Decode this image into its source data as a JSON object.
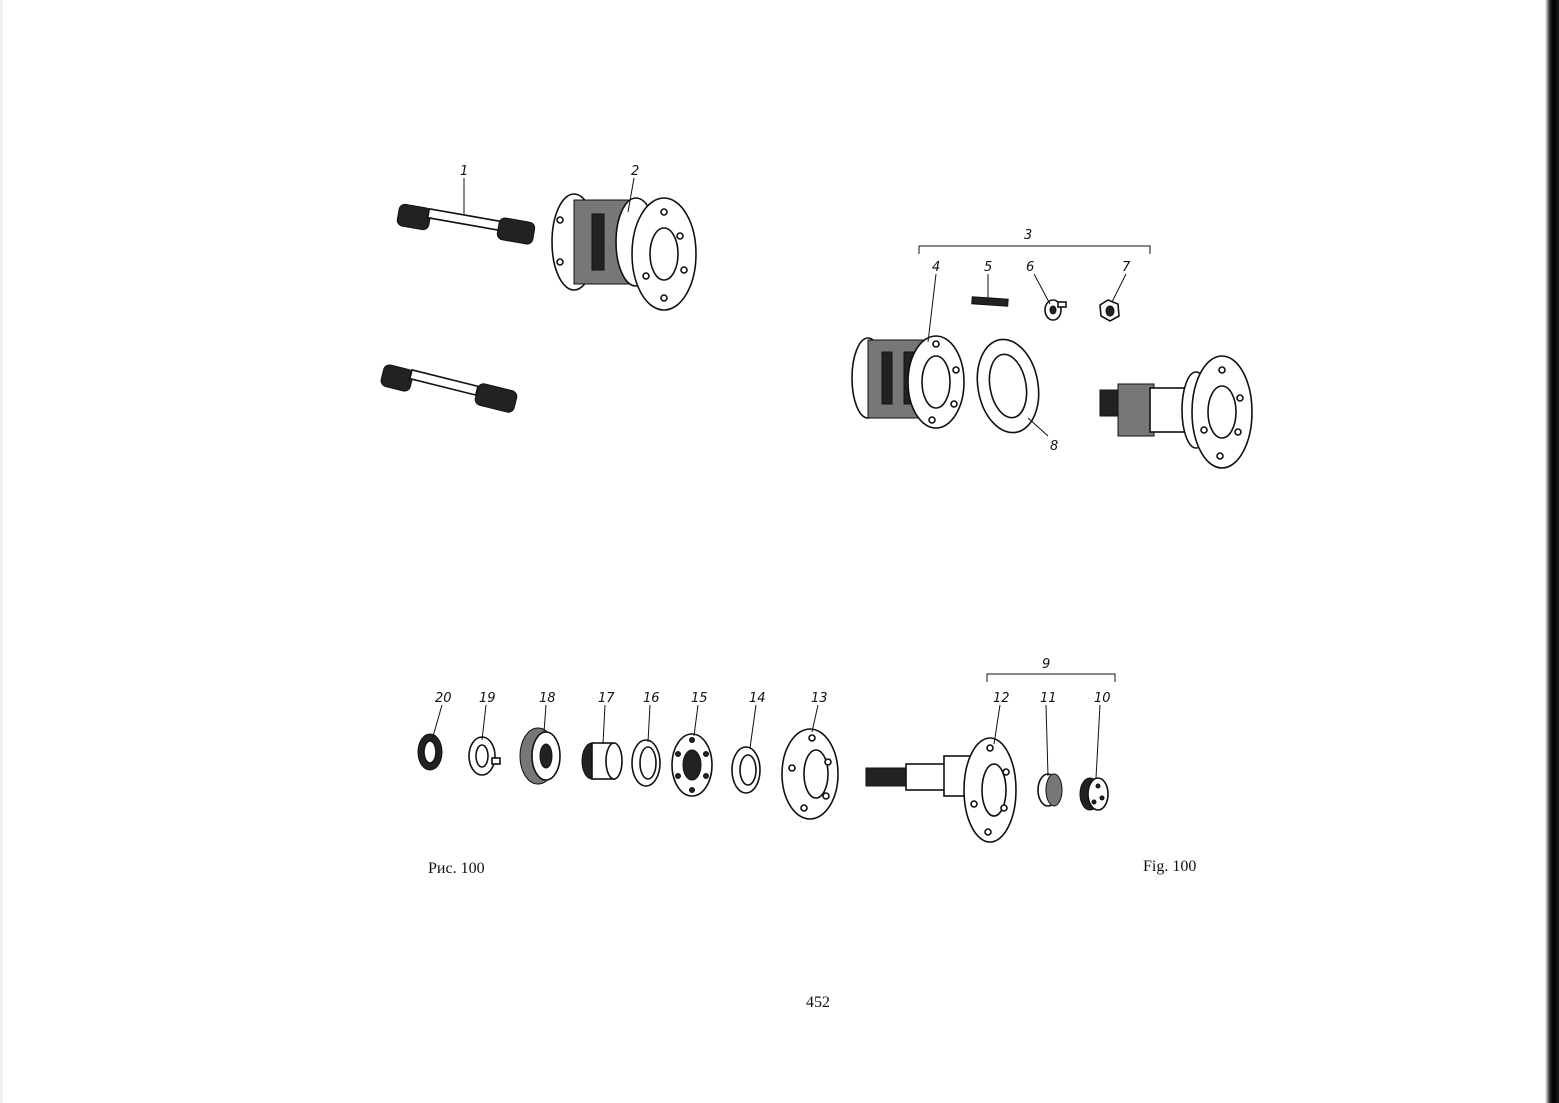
{
  "captions": {
    "left": "Рис. 100",
    "right": "Fig. 100"
  },
  "page_number": "452",
  "callouts": {
    "c1": "1",
    "c2": "2",
    "c3": "3",
    "c4": "4",
    "c5": "5",
    "c6": "6",
    "c7": "7",
    "c8": "8",
    "c9": "9",
    "c10": "10",
    "c11": "11",
    "c12": "12",
    "c13": "13",
    "c14": "14",
    "c15": "15",
    "c16": "16",
    "c17": "17",
    "c18": "18",
    "c19": "19",
    "c20": "20"
  }
}
